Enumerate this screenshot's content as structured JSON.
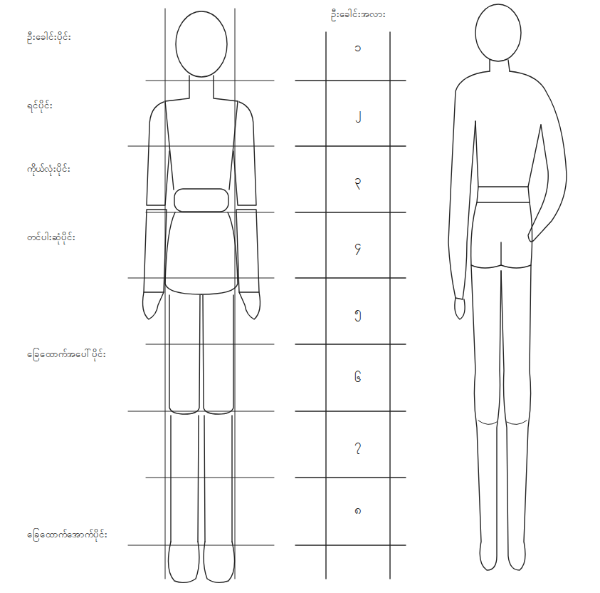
{
  "diagram": {
    "labels": [
      "ဦးခေါင်းပိုင်း",
      "ရင်ပိုင်း",
      "ကိုယ်လုံးပိုင်း",
      "တင်ပါးဆုံပိုင်း",
      "ခြေထောက်အပေါ်ပိုင်း",
      "ခြေထောက်အောက်ပိုင်း",
      "ဦးခေါင်းအလား",
      "၁",
      "၂",
      "၃",
      "၄",
      "၅",
      "၆",
      "၇",
      "၈"
    ]
  }
}
